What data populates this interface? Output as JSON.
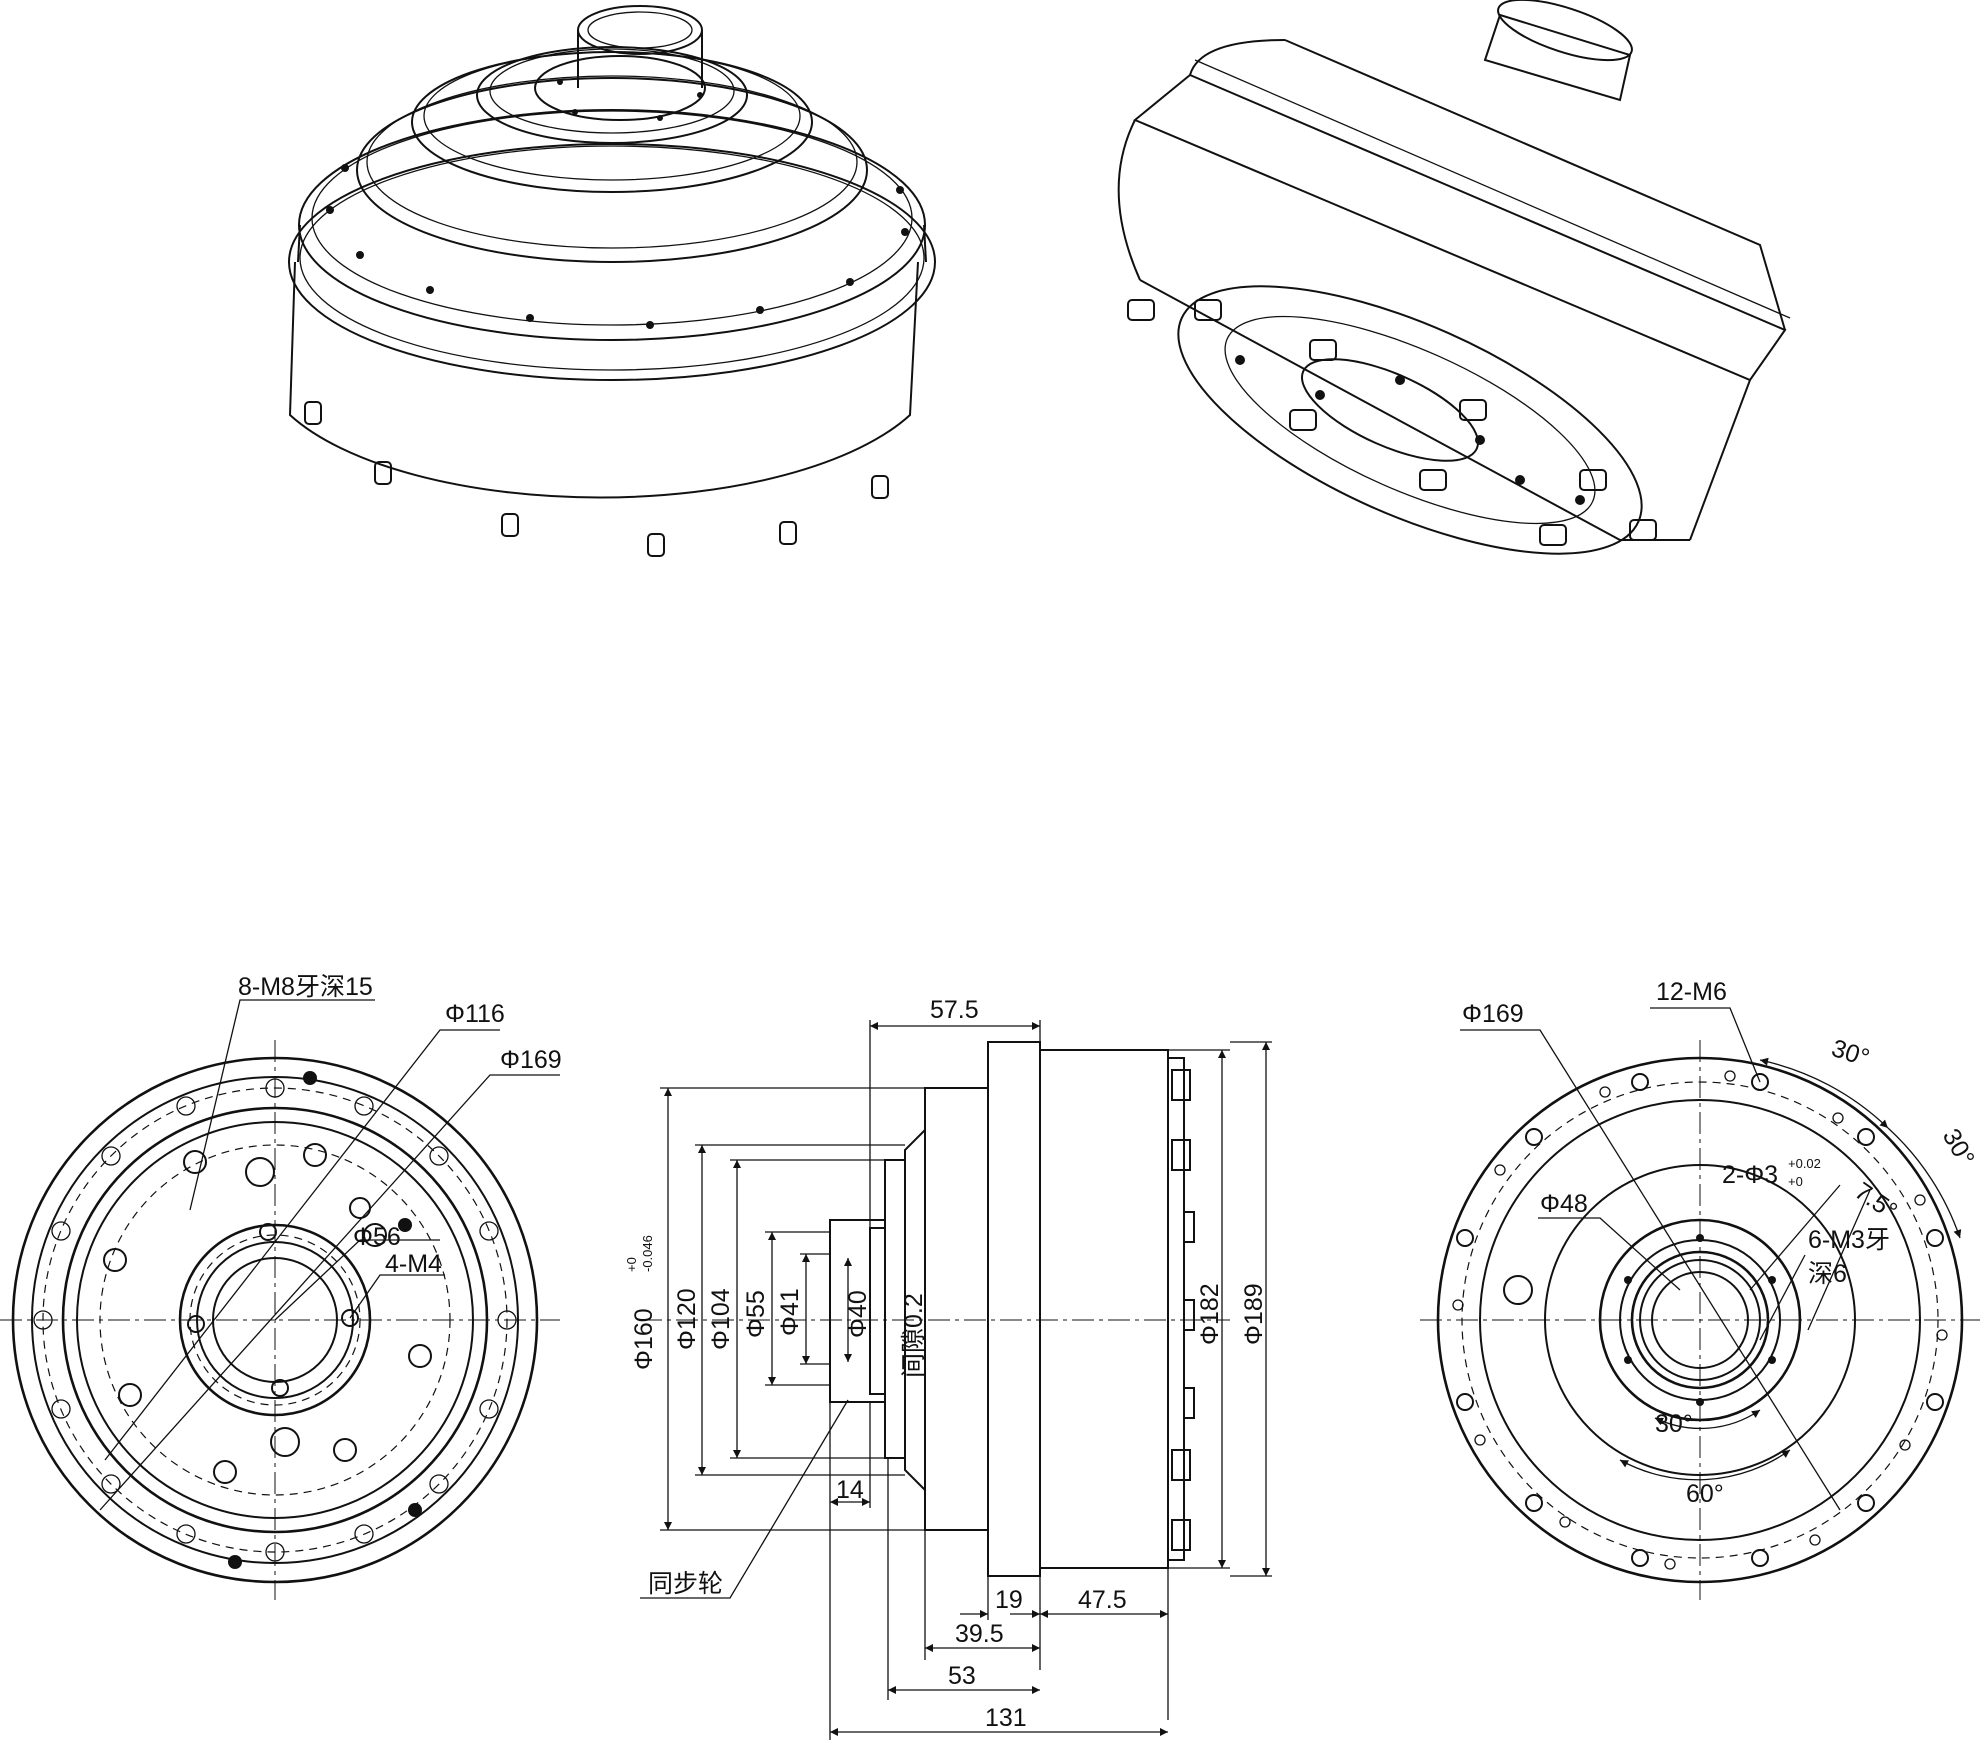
{
  "drawing_colors": {
    "line": "#111111",
    "background": "#ffffff"
  },
  "front_view": {
    "callouts": {
      "holes_m8": "8-M8牙深15",
      "dia_116": "Φ116",
      "dia_169": "Φ169",
      "dia_56": "Φ56",
      "holes_m4": "4-M4"
    }
  },
  "side_view": {
    "dims": {
      "d_57_5": "57.5",
      "d_160": "Φ160",
      "tol_upper": "+0",
      "tol_lower": "-0.046",
      "d_120": "Φ120",
      "d_104": "Φ104",
      "d_55": "Φ55",
      "d_41": "Φ41",
      "d_40": "Φ40",
      "gap": "间隙0.2",
      "d_182": "Φ182",
      "d_189": "Φ189",
      "d_14": "14",
      "d_19": "19",
      "d_47_5": "47.5",
      "d_39_5": "39.5",
      "d_53": "53",
      "d_131": "131"
    },
    "label_pulley": "同步轮"
  },
  "back_view": {
    "callouts": {
      "dia_169": "Φ169",
      "holes_m6": "12-M6",
      "ang_30_a": "30°",
      "ang_30_b": "30°",
      "ang_7_5": "7.5°",
      "pin_holes": "2-Φ3",
      "pin_tol_upper": "+0.02",
      "pin_tol_lower": "+0",
      "dia_48": "Φ48",
      "holes_m3": "6-M3牙",
      "depth_6": "深6",
      "ang_30_c": "30°",
      "ang_60": "60°"
    }
  }
}
